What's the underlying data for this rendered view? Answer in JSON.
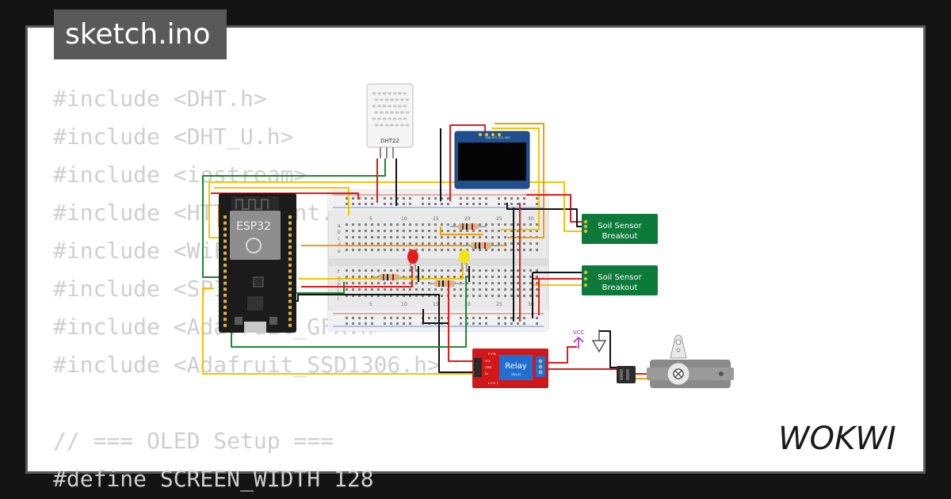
{
  "file_tab": {
    "label": "sketch.ino"
  },
  "code_lines": [
    "#include <DHT.h>",
    "#include <DHT_U.h>",
    "#include <iostream>",
    "#include <HTTPClient.h>",
    "#include <WiFi.h>",
    "#include <SPI.h>",
    "#include <Adafruit_GFX.h>",
    "#include <Adafruit_SSD1306.h>",
    "",
    "// === OLED Setup ===",
    "#define SCREEN_WIDTH 128"
  ],
  "brand": {
    "name": "WOKWI",
    "color": "#1a1a1a"
  },
  "components": {
    "dht": {
      "label": "DHT22"
    },
    "esp32": {
      "label": "ESP32"
    },
    "soil_1": {
      "line1": "Soil Sensor",
      "line2": "Breakout"
    },
    "soil_2": {
      "line1": "Soil Sensor",
      "line2": "Breakout"
    },
    "relay": {
      "label": "Relay",
      "sub": "SRD-05",
      "pins": [
        "P VIN",
        "VCC",
        "GND",
        "IN",
        "L E D 1"
      ]
    },
    "vcc": {
      "label": "VCC"
    },
    "oled": {
      "header": "GND VCC SCL SDA"
    },
    "breadboard": {
      "col_numbers": [
        "5",
        "10",
        "15",
        "20",
        "25",
        "30"
      ],
      "row_letters_top": [
        "a",
        "b",
        "c",
        "d",
        "e"
      ],
      "row_letters_bottom": [
        "f",
        "g",
        "h",
        "i",
        "j"
      ]
    }
  },
  "colors": {
    "sensor_green": "#0e7a3a",
    "relay_red": "#d01818",
    "wire_red": "#e01b1b",
    "wire_yellow": "#f5c400",
    "wire_orange": "#f39c12",
    "wire_green": "#1a8a2a",
    "wire_black": "#111111"
  }
}
